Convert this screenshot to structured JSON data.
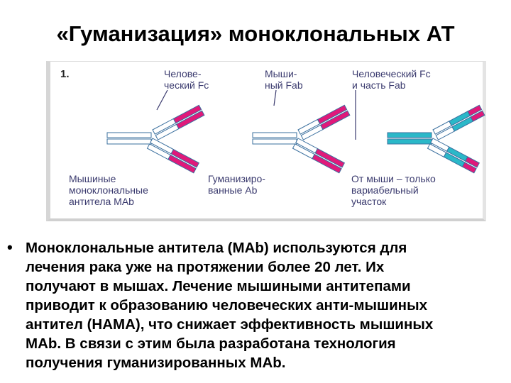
{
  "title": "«Гуманизация» моноклональных АТ",
  "figure": {
    "panel_number": "1.",
    "top_labels": [
      [
        "Челове-",
        "ческий Fc"
      ],
      [
        "Мыши-",
        "ный Fab"
      ],
      [
        "Человеческий Fc",
        "и часть Fab"
      ]
    ],
    "bottom_labels": [
      [
        "Мышиные",
        "моноклональные",
        "антитела MAb"
      ],
      [
        "Гуманизиро-",
        "ванные Ab"
      ],
      [
        "От мыши – только",
        "вариабельный",
        "участок"
      ]
    ],
    "colors": {
      "mouse": "#e0197a",
      "human": "#2ab8c8",
      "outline": "#3a6f9e",
      "label": "#3a3a6e"
    }
  },
  "bullet": {
    "marker": "•",
    "lines": [
      "Моноклональные антитела (MAb) используются для",
      "лечения рака уже на протяжении более 20 лет. Их",
      "получают в мышах. Лечение мышиными антитепами",
      "приводит к образованию человеческих анти-мышиных",
      "антител (HAMA), что снижает эффективность мышиных",
      "MAb. В связи с этим была разработана технология",
      "получения гуманизированных MAb."
    ]
  }
}
